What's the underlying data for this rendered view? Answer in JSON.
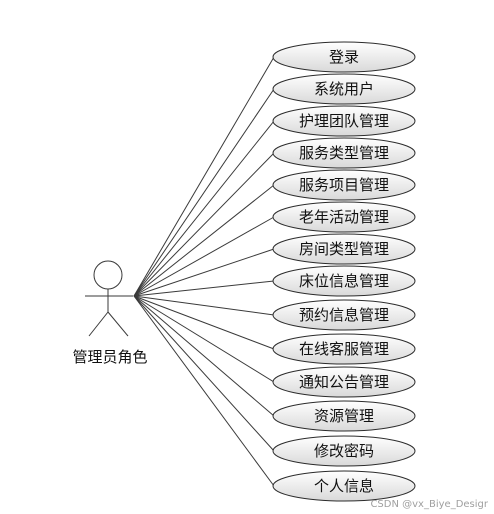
{
  "actor": {
    "label": "管理员角色"
  },
  "use_cases": [
    "登录",
    "系统用户",
    "护理团队管理",
    "服务类型管理",
    "服务项目管理",
    "老年活动管理",
    "房间类型管理",
    "床位信息管理",
    "预约信息管理",
    "在线客服管理",
    "通知公告管理",
    "资源管理",
    "修改密码",
    "个人信息"
  ],
  "watermark": "CSDN @vx_Biye_Desigr",
  "colors": {
    "ellipse_fill_top": "#ffffff",
    "ellipse_fill_bottom": "#d9d9d9",
    "stroke": "#2b2b2b"
  }
}
